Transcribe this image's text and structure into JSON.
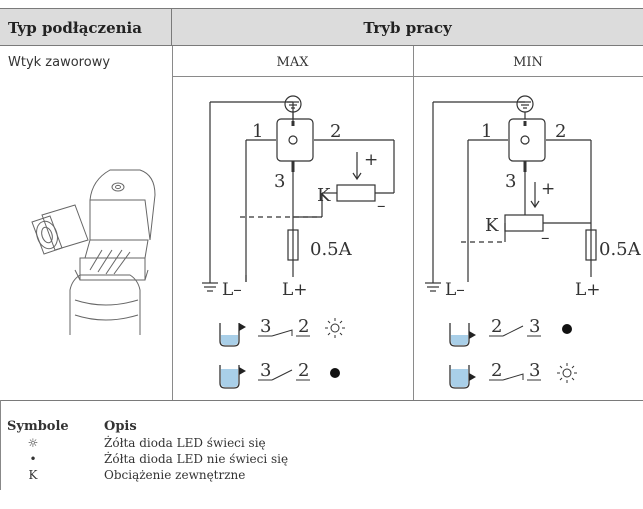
{
  "table": {
    "header_connection": "Typ podłączenia",
    "header_mode": "Tryb pracy",
    "connection_type": "Wtyk zaworowy",
    "mode_max": "MAX",
    "mode_min": "MIN"
  },
  "diagram_max": {
    "pin1": "1",
    "pin2": "2",
    "pin3": "3",
    "load": "K",
    "plus": "+",
    "minus": "–",
    "fuse": "0.5A",
    "l_minus": "L–",
    "l_plus": "L+",
    "row1_a": "3",
    "row1_b": "2",
    "row2_a": "3",
    "row2_b": "2"
  },
  "diagram_min": {
    "pin1": "1",
    "pin2": "2",
    "pin3": "3",
    "load": "K",
    "plus": "+",
    "minus": "–",
    "fuse": "0.5A",
    "l_minus": "L–",
    "l_plus": "L+",
    "row1_a": "2",
    "row1_b": "3",
    "row2_a": "2",
    "row2_b": "3"
  },
  "legend": {
    "head_symbols": "Symbole",
    "head_desc": "Opis",
    "rows": [
      {
        "symbol": "☼",
        "text": "Żółta dioda LED świeci się"
      },
      {
        "symbol": "•",
        "text": "Żółta dioda LED nie świeci się"
      },
      {
        "symbol": "K",
        "text": "Obciążenie zewnętrzne"
      }
    ]
  },
  "colors": {
    "header_bg": "#dcdcdc",
    "liquid": "#a9cfe8",
    "line": "#8a8a8a"
  }
}
